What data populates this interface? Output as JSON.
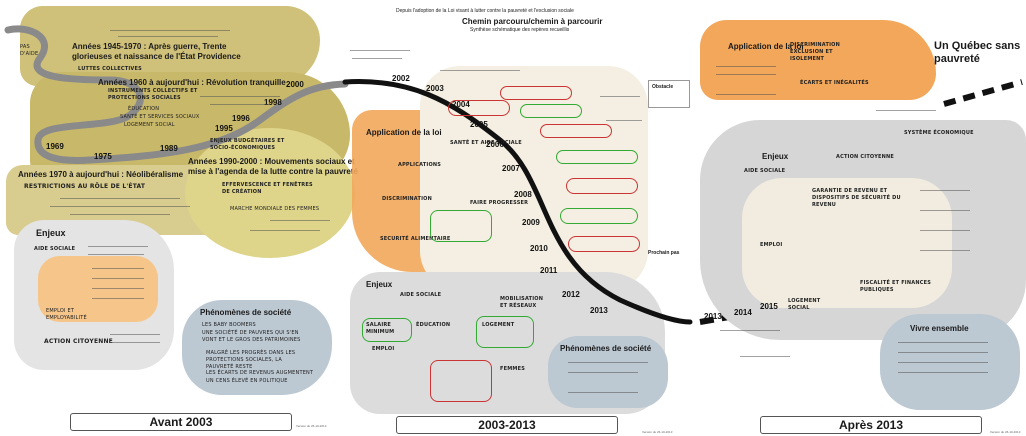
{
  "header": {
    "line1": "Depuis l'adoption de la Loi visant à lutter contre la pauvreté et l'exclusion sociale",
    "title": "Chemin parcouru/chemin à parcourir",
    "subtitle": "Synthèse schématique des repères recueillis"
  },
  "left": {
    "era1": "Années 1945-1970 : Après guerre, Trente glorieuses et naissance de l'État Providence",
    "luttes": "LUTTES COLLECTIVES",
    "era2": "Années 1960 à aujourd'hui : Révolution tranquille",
    "instruments": "INSTRUMENTS COLLECTIFS ET PROTECTIONS SOCIALES",
    "education": "ÉDUCATION",
    "sante": "SANTÉ ET SERVICES SOCIAUX",
    "logement": "LOGEMENT SOCIAL",
    "era3": "Années 1970 à aujourd'hui : Néolibéralisme",
    "restrictions": "RESTRICTIONS AU RÔLE DE L'ÉTAT",
    "era4": "Années 1990-2000 : Mouvements sociaux et mise à l'agenda de la lutte contre la pauvreté",
    "enjeux_budget": "ENJEUX BUDGÉTAIRES ET SOCIO-ÉCONOMIQUES",
    "effervescence": "EFFERVESCENCE ET FENÊTRES DE CRÉATION",
    "marche": "MARCHE MONDIALE DES FEMMES",
    "enjeux": "Enjeux",
    "aide_sociale": "AIDE SOCIALE",
    "emploi": "EMPLOI ET EMPLOYABILITÉ",
    "action": "ACTION CITOYENNE",
    "phenomenes": "Phénomènes de société",
    "ph1": "LES BABY BOOMERS",
    "ph2": "UNE SOCIÉTÉ DE PAUVRES QUI S'EN VONT ET LE GROS DES PATRIMOINES",
    "ph3": "MALGRÉ LES PROGRÈS DANS LES PROTECTIONS SOCIALES, LA PAUVRETÉ RESTE",
    "ph4": "LES ÉCARTS DE REVENUS AUGMENTENT",
    "ph5": "UN CENS ÉLEVÉ EN POLITIQUE",
    "footer": "Avant 2003",
    "version": "Version du 26-10-2013"
  },
  "years_left": [
    "1969",
    "1975",
    "1989",
    "1995",
    "1996",
    "1998",
    "2000"
  ],
  "years_mid": [
    "2002",
    "2003",
    "2004",
    "2005",
    "2006",
    "2007",
    "2008",
    "2009",
    "2010",
    "2011",
    "2012",
    "2013"
  ],
  "years_right": [
    "2013",
    "2014",
    "2015"
  ],
  "middle": {
    "application": "Application de la loi",
    "enjeux": "Enjeux",
    "aide_sociale": "AIDE SOCIALE",
    "obstacle": "Obstacle",
    "prochain_pas": "Prochain pas",
    "phenomenes": "Phénomènes de société",
    "items": [
      "APPLICATIONS",
      "SANTÉ ET AIDE SOCIALE",
      "DISCRIMINATION",
      "FAIRE PROGRESSER",
      "SECURITÉ ALIMENTAIRE",
      "MOBILISATION ET RÉSEAUX",
      "SALAIRE MINIMUM",
      "ÉDUCATION",
      "LOGEMENT",
      "EMPLOI",
      "FEMMES"
    ],
    "footer": "2003-2013",
    "version": "Version du 26-10-2013"
  },
  "right": {
    "title": "Un Québec sans pauvreté",
    "application": "Application de la loi",
    "discrimination": "DISCRIMINATION EXCLUSION ET ISOLEMENT",
    "ecarts": "ÉCARTS ET INÉGALITÉS",
    "enjeux": "Enjeux",
    "aide_sociale": "AIDE SOCIALE",
    "action": "ACTION CITOYENNE",
    "systeme": "SYSTÈME ÉCONOMIQUE",
    "garantie": "GARANTIE DE REVENU ET DISPOSITIFS DE SÉCURITÉ DU REVENU",
    "emploi": "EMPLOI",
    "logement": "LOGEMENT SOCIAL",
    "fiscalite": "FISCALITÉ ET FINANCES PUBLIQUES",
    "vivre": "Vivre ensemble",
    "footer": "Après 2013",
    "version": "Version du 26-10-2013"
  }
}
